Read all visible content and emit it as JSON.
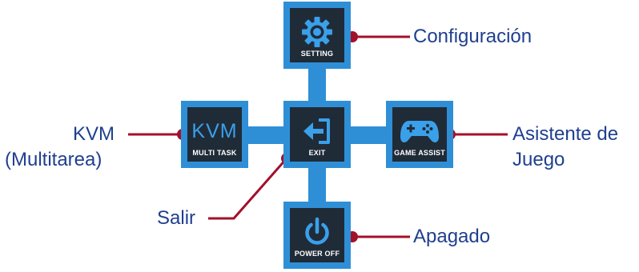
{
  "menu": {
    "setting": {
      "caption": "SETTING",
      "icon": "gear-icon"
    },
    "kvm": {
      "caption": "MULTI TASK",
      "icon_text": "KVM"
    },
    "exit": {
      "caption": "EXIT",
      "icon": "exit-arrow-icon"
    },
    "game_assist": {
      "caption": "GAME ASSIST",
      "icon": "gamepad-icon"
    },
    "power_off": {
      "caption": "POWER OFF",
      "icon": "power-icon"
    }
  },
  "callouts": {
    "setting": "Configuración",
    "kvm_line1": "KVM",
    "kvm_line2": "(Multitarea)",
    "game_line1": "Asistente de",
    "game_line2": "Juego",
    "exit": "Salir",
    "power": "Apagado"
  },
  "colors": {
    "tile_border": "#2f8fd6",
    "tile_fill": "#202b38",
    "label_text": "#1f3f8f",
    "leader_line": "#a3102a"
  }
}
